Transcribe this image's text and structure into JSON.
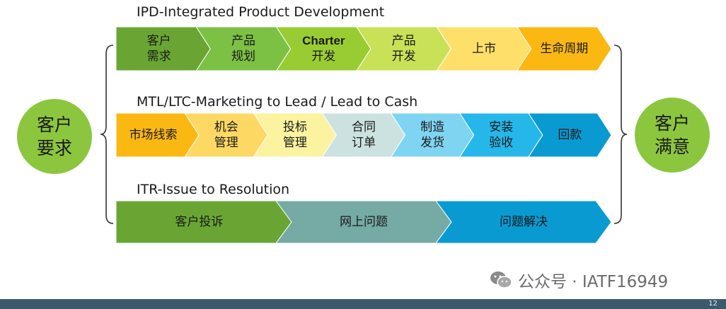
{
  "left_circle": {
    "line1": "客户",
    "line2": "要求"
  },
  "right_circle": {
    "line1": "客户",
    "line2": "满意"
  },
  "rows": [
    {
      "title": "IPD-Integrated Product Development",
      "segments": [
        {
          "l1": "客户",
          "l2": "需求",
          "color": "#6aa534"
        },
        {
          "l1": "产品",
          "l2": "规划",
          "color": "#7cc144"
        },
        {
          "l1": "Charter",
          "l2": "开发",
          "color": "#99cc33"
        },
        {
          "l1": "产品",
          "l2": "开发",
          "color": "#c8e157"
        },
        {
          "l1": "上市",
          "l2": "",
          "color": "#fddf6a"
        },
        {
          "l1": "生命周期",
          "l2": "",
          "color": "#fbb813"
        }
      ]
    },
    {
      "title": "MTL/LTC-Marketing to Lead / Lead to Cash",
      "segments": [
        {
          "l1": "市场线索",
          "l2": "",
          "color": "#fbb813"
        },
        {
          "l1": "机会",
          "l2": "管理",
          "color": "#fdd964"
        },
        {
          "l1": "投标",
          "l2": "管理",
          "color": "#fbf3a0"
        },
        {
          "l1": "合同",
          "l2": "订单",
          "color": "#cce2e0"
        },
        {
          "l1": "制造",
          "l2": "发货",
          "color": "#7fd5f1"
        },
        {
          "l1": "安装",
          "l2": "验收",
          "color": "#26b7ea"
        },
        {
          "l1": "回款",
          "l2": "",
          "color": "#0a9ad2"
        }
      ]
    },
    {
      "title": "ITR-Issue to Resolution",
      "segments": [
        {
          "l1": "客户投诉",
          "l2": "",
          "color": "#6aa534"
        },
        {
          "l1": "网上问题",
          "l2": "",
          "color": "#76aaa4"
        },
        {
          "l1": "问题解决",
          "l2": "",
          "color": "#0a9ad2"
        }
      ]
    }
  ],
  "watermark": {
    "text": "公众号 · IATF16949",
    "icon": "wechat-icon"
  },
  "footer": {
    "page_number": "12",
    "bar_color": "#3d5a6c"
  }
}
